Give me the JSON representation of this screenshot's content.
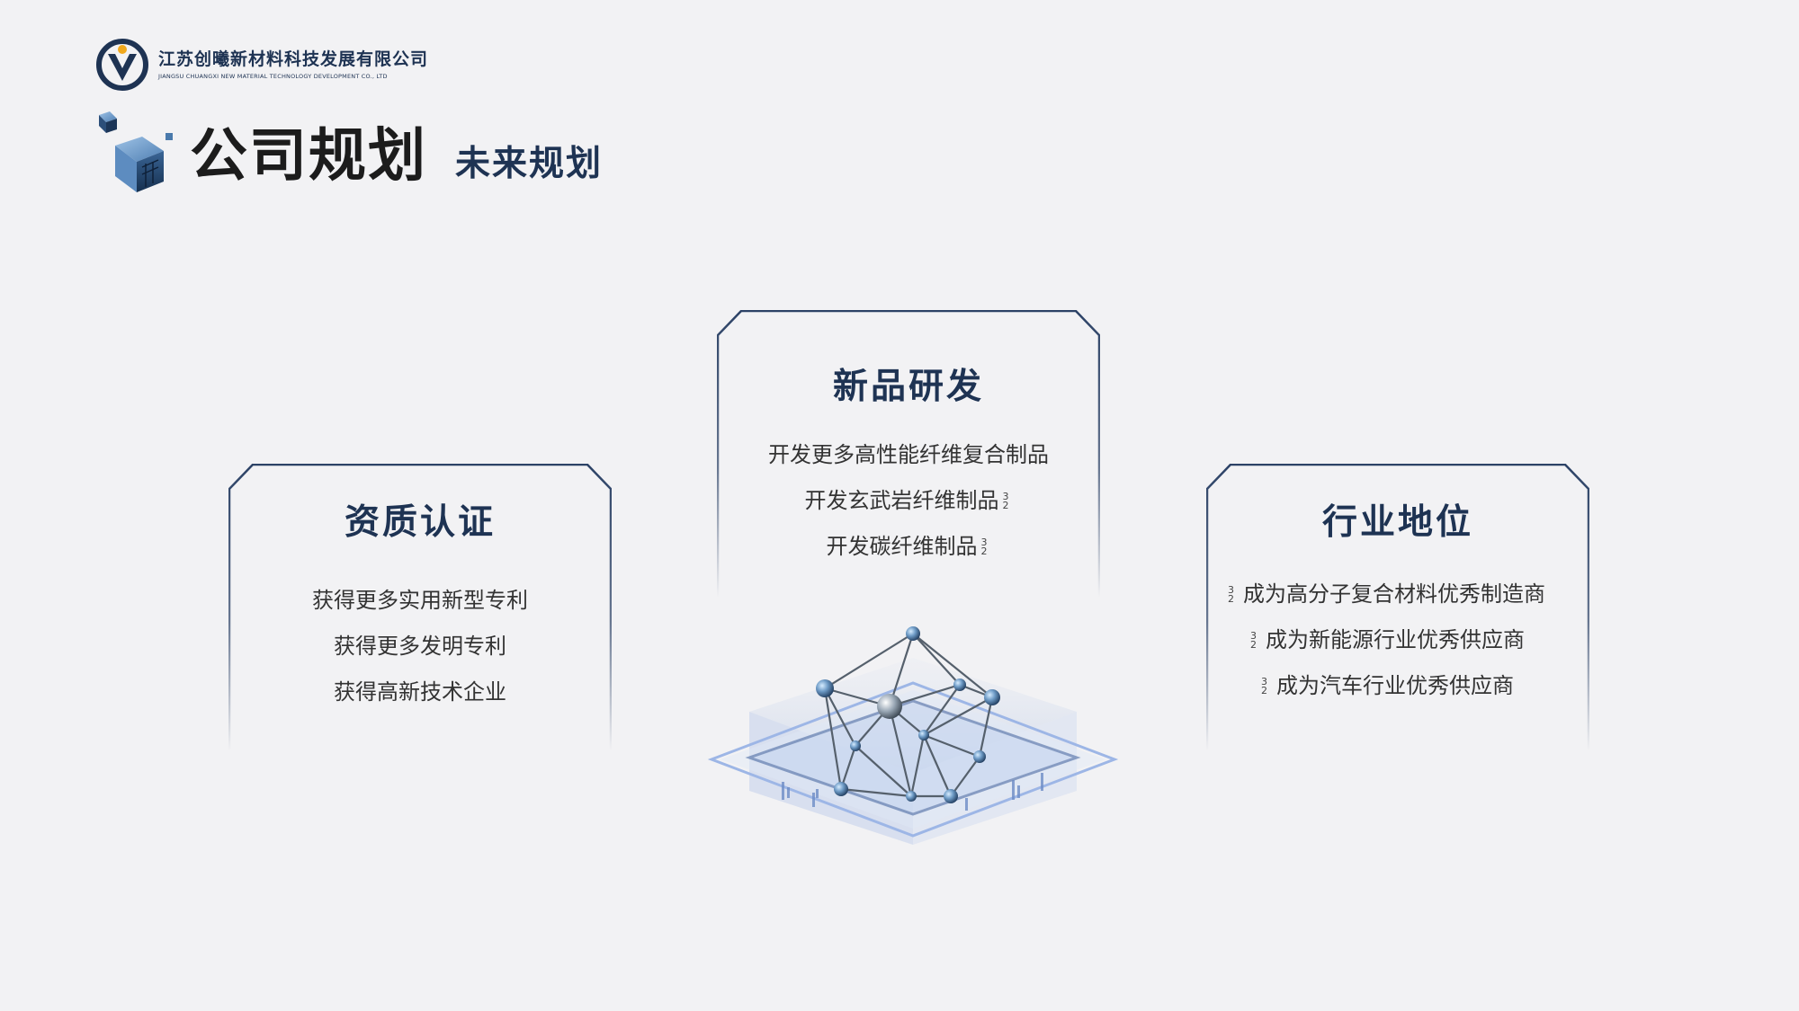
{
  "logo": {
    "name_cn": "江苏创曦新材料科技发展有限公司",
    "name_en": "JIANGSU CHUANGXI NEW MATERIAL TECHNOLOGY DEVELOPMENT CO., LTD"
  },
  "title": {
    "main": "公司规划",
    "sub": "未来规划"
  },
  "cards": [
    {
      "title": "资质认证",
      "items": [
        "获得更多实用新型专利",
        "获得更多发明专利",
        "获得高新技术企业"
      ]
    },
    {
      "title": "新品研发",
      "items": [
        "开发更多高性能纤维复合制品",
        "开发玄武岩纤维制品",
        "开发碳纤维制品"
      ],
      "item_marks": [
        "",
        "3/2",
        "3/2"
      ]
    },
    {
      "title": "行业地位",
      "items": [
        "成为高分子复合材料优秀制造商",
        "成为新能源行业优秀供应商",
        "成为汽车行业优秀供应商"
      ],
      "item_marks": [
        "3/2",
        "3/2",
        "3/2"
      ]
    }
  ],
  "mark_fraction": {
    "top": "3",
    "bottom": "2"
  },
  "colors": {
    "background": "#f2f2f4",
    "brand_navy": "#1e3353",
    "accent_gold": "#f0a81c",
    "frame_line": "#2c4266"
  }
}
